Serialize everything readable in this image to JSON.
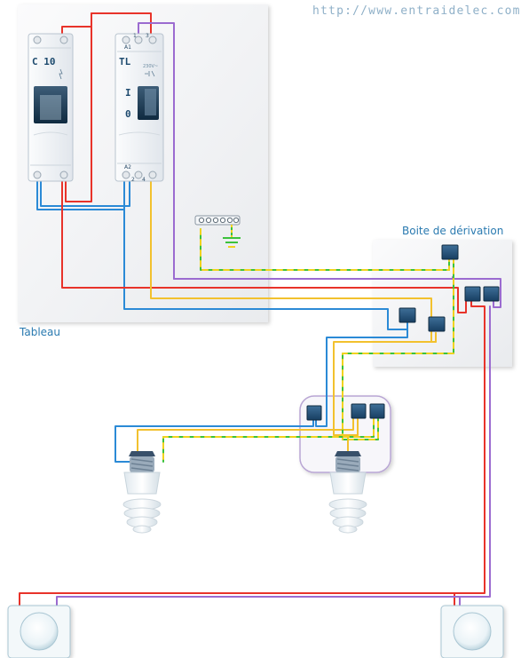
{
  "site_url": "http://www.entraidelec.com",
  "panel": {
    "label": "Tableau",
    "breaker": {
      "label": "C 10"
    },
    "relay": {
      "label": "TL",
      "terminals": {
        "a1": "A1",
        "t1": "1",
        "t3": "3",
        "a2": "A2",
        "t2": "2",
        "t4": "4"
      },
      "positions": {
        "on": "I",
        "off": "0"
      },
      "spec": "230V~"
    }
  },
  "junction_box": {
    "label": "Boite de dérivation"
  },
  "colors": {
    "phase": "#e8332a",
    "neutral": "#2b8ad6",
    "return": "#f2c12e",
    "control": "#9b6bd0",
    "earth_green": "#3cc23c",
    "earth_yellow": "#f2d21e",
    "accent": "#2a7ab0"
  },
  "icons": [
    "breaker-icon",
    "impulse-relay-icon",
    "earth-terminal-icon",
    "ground-symbol-icon",
    "connector-icon",
    "bulb-icon",
    "push-button-icon"
  ]
}
